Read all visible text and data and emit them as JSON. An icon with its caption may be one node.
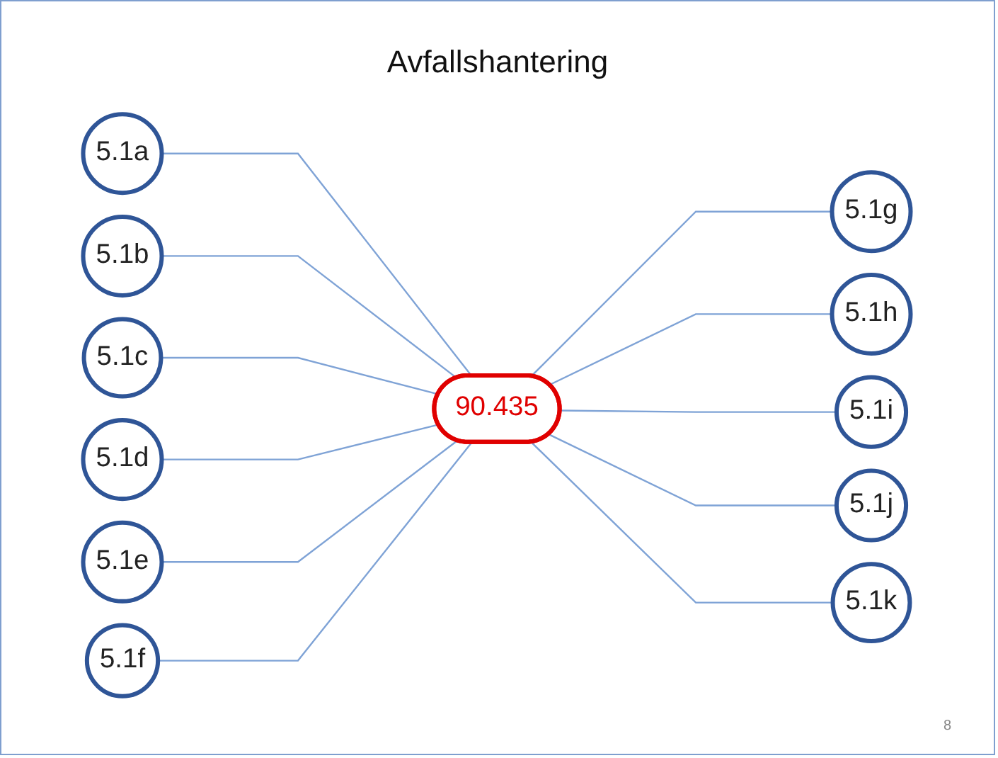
{
  "diagram": {
    "title": "Avfallshantering",
    "nodes": [
      {
        "text": [
          "5.1a"
        ]
      },
      {
        "text": [
          "5.1b"
        ]
      },
      {
        "text": [
          "5.1c"
        ]
      },
      {
        "text": [
          "5.1d"
        ]
      },
      {
        "text": [
          "5.1e"
        ]
      },
      {
        "text": [
          "5.1f"
        ]
      },
      {
        "text": [
          "90.435"
        ]
      },
      {
        "text": [
          "5.1g"
        ]
      },
      {
        "text": [
          "5.1h"
        ]
      },
      {
        "text": [
          "5.1i"
        ]
      },
      {
        "text": [
          "5.1j"
        ]
      },
      {
        "text": [
          "5.1k"
        ]
      }
    ],
    "edges": [
      {
        "from": 0,
        "to": 6,
        "arrow": "none"
      },
      {
        "from": 1,
        "to": 6,
        "arrow": "none"
      },
      {
        "from": 2,
        "to": 6,
        "arrow": "none"
      },
      {
        "from": 3,
        "to": 6,
        "arrow": "none"
      },
      {
        "from": 4,
        "to": 6,
        "arrow": "none"
      },
      {
        "from": 5,
        "to": 6,
        "arrow": "none"
      },
      {
        "from": 6,
        "to": 7,
        "arrow": "none"
      },
      {
        "from": 6,
        "to": 8,
        "arrow": "none"
      },
      {
        "from": 6,
        "to": 9,
        "arrow": "none"
      },
      {
        "from": 6,
        "to": 10,
        "arrow": "none"
      },
      {
        "from": 6,
        "to": 11,
        "arrow": "none"
      }
    ],
    "labels": [
      "8"
    ]
  }
}
